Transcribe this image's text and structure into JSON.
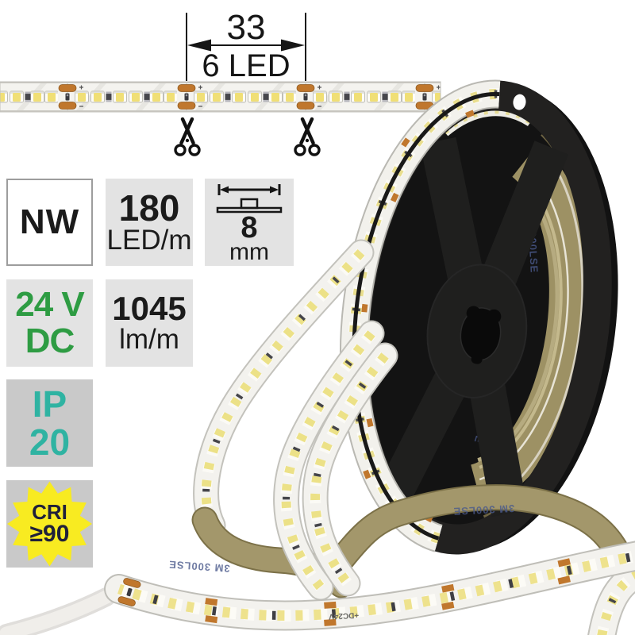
{
  "product_diagram": {
    "cut_length": "33",
    "cut_segment": "6 LED"
  },
  "spec_badges": {
    "light_color": "NW",
    "led_density_value": "180",
    "led_density_unit": "LED/m",
    "width_value": "8",
    "width_unit": "mm",
    "voltage_value": "24 V",
    "voltage_current": "DC",
    "flux_value": "1045",
    "flux_unit": "lm/m",
    "ip_label": "IP",
    "ip_value": "20",
    "cri_label": "CRI",
    "cri_value": "≥90"
  },
  "photo_prints": {
    "adhesive_backing": "3M 300LSE",
    "strip_polarity": "+DC24V"
  },
  "colors": {
    "voltage_green": "#2e9c43",
    "ip_teal": "#2fb3a2",
    "cri_yellow": "#f8eb21",
    "copper_pad": "#c0772d",
    "adhesive_tan": "#a3976b",
    "badge_gray_light": "#e3e3e3",
    "badge_gray_dark": "#c9c9c9"
  }
}
